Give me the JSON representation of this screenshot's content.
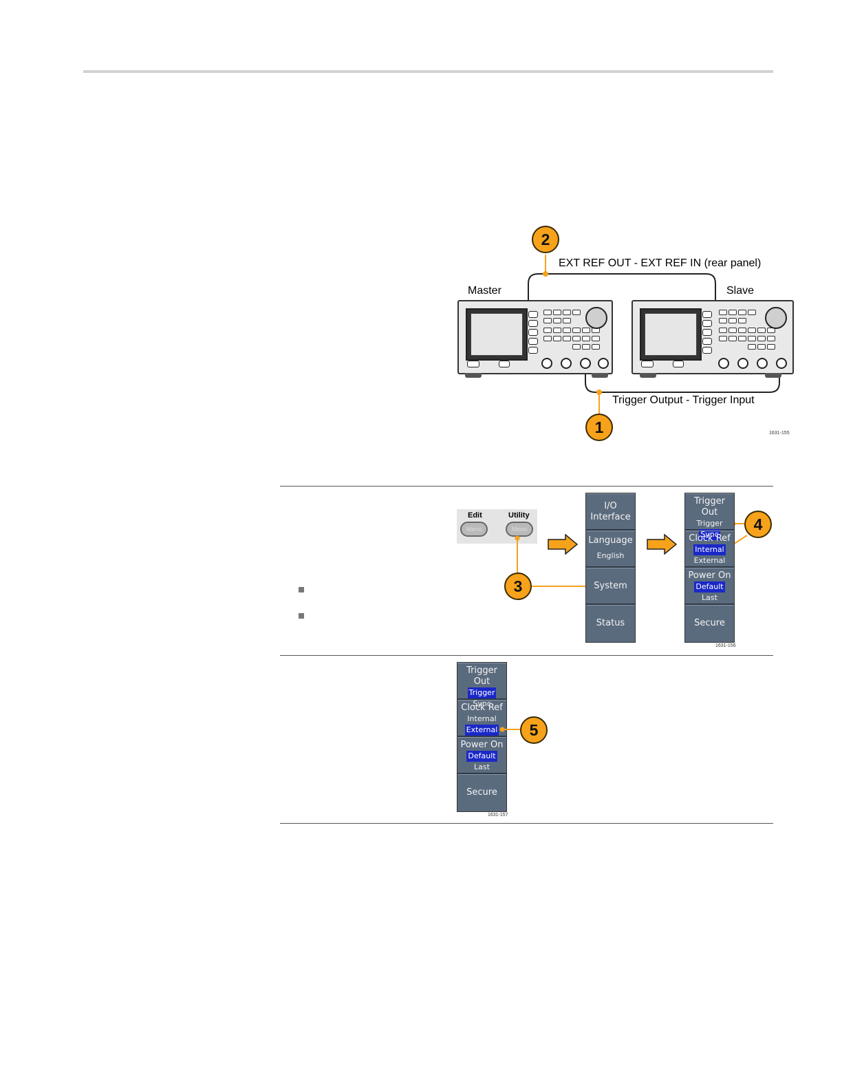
{
  "figure1": {
    "callout1": "1",
    "callout2": "2",
    "ext_ref_label": "EXT REF OUT - EXT REF IN (rear panel)",
    "trigger_label": "Trigger Output - Trigger Input",
    "master_label": "Master",
    "slave_label": "Slave",
    "fig_number": "1631-155"
  },
  "figure2": {
    "edit_label": "Edit",
    "utility_label": "Utility",
    "menu_button_text": "Menu",
    "callout3": "3",
    "callout4": "4",
    "fig_number": "1631-156",
    "utility_menu": {
      "io_line1": "I/O",
      "io_line2": "Interface",
      "language": "Language",
      "language_value": "English",
      "system": "System",
      "status": "Status"
    },
    "system_menu": {
      "trigger_out": "Trigger Out",
      "trigger_opt": "Trigger",
      "sync_opt": "Sync",
      "clock_ref": "Clock Ref",
      "internal_opt": "Internal",
      "external_opt": "External",
      "power_on": "Power On",
      "default_opt": "Default",
      "last_opt": "Last",
      "secure": "Secure"
    }
  },
  "figure3": {
    "callout5": "5",
    "fig_number": "1631-157",
    "system_menu": {
      "trigger_out": "Trigger Out",
      "trigger_opt": "Trigger",
      "sync_opt": "Sync",
      "clock_ref": "Clock Ref",
      "internal_opt": "Internal",
      "external_opt": "External",
      "power_on": "Power On",
      "default_opt": "Default",
      "last_opt": "Last",
      "secure": "Secure"
    }
  },
  "colors": {
    "callout_fill": "#f7a21b",
    "menu_bg": "#5b6b7e",
    "highlight": "#1a28c8"
  }
}
